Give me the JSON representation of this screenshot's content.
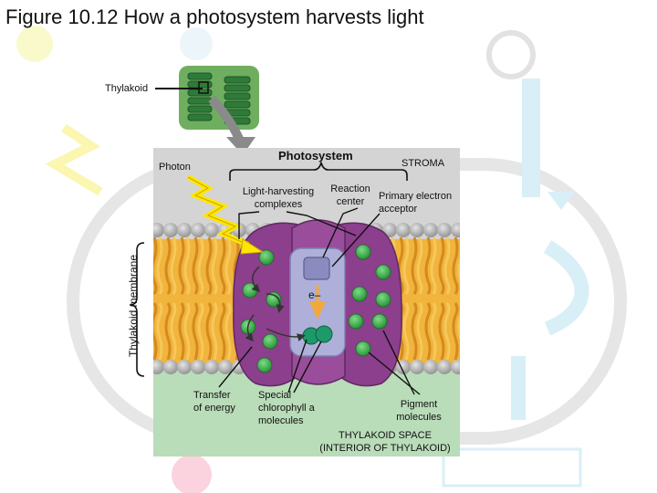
{
  "title": "Figure 10.12 How a photosystem harvests light",
  "labels": {
    "thylakoid": "Thylakoid",
    "photon": "Photon",
    "photosystem": "Photosystem",
    "stroma": "STROMA",
    "light_harvesting": [
      "Light-harvesting",
      "complexes"
    ],
    "reaction_center": [
      "Reaction",
      "center"
    ],
    "primary_acceptor": [
      "Primary electron",
      "acceptor"
    ],
    "thylakoid_membrane": "Thylakoid membrane",
    "electron": "e–",
    "transfer_energy": [
      "Transfer",
      "of energy"
    ],
    "special_chlorophyll": [
      "Special",
      "chlorophyll a",
      "molecules"
    ],
    "pigment_molecules": [
      "Pigment",
      "molecules"
    ],
    "thylakoid_space": [
      "THYLAKOID SPACE",
      "(INTERIOR OF THYLAKOID)"
    ]
  },
  "colors": {
    "stroma_bg": "#d6d6d6",
    "lumen_bg": "#b9dcb9",
    "lipid_head": "#a9a9a9",
    "lipid_tail": "#f1b43c",
    "protein_purple": "#8b3f8c",
    "reaction_center": "#a9a9d6",
    "pigment_green": "#3cae48",
    "photon_yellow": "#ffe600"
  }
}
